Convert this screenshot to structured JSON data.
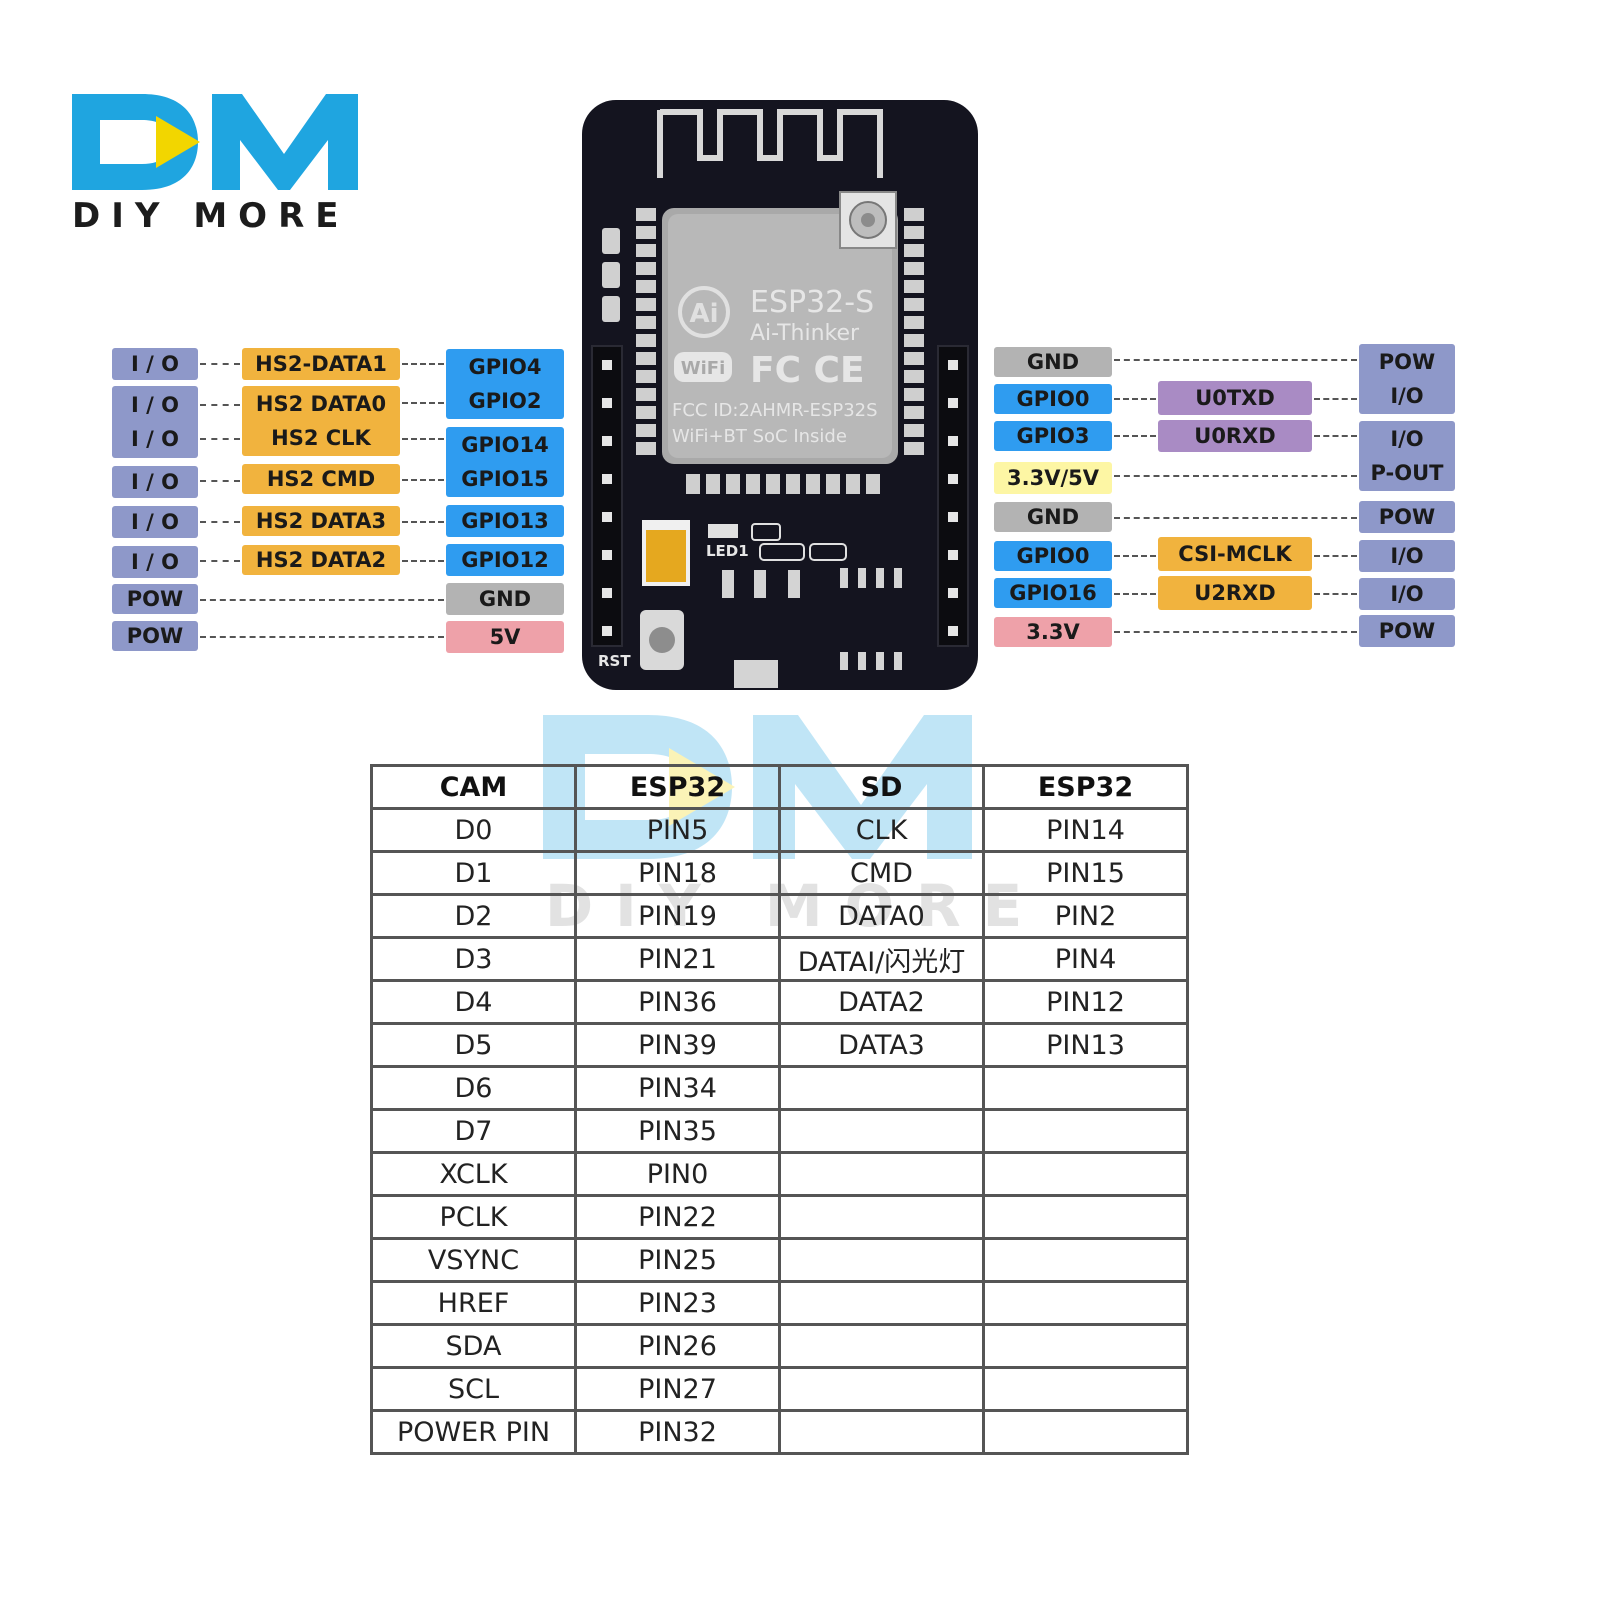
{
  "brand": {
    "logo_letters": "DM",
    "name": "DIY MORE",
    "colors": {
      "primary": "#1fa5e0",
      "accent": "#f2d600",
      "text": "#1c1c1c"
    }
  },
  "left_pins": [
    {
      "type": "I / O",
      "func": "HS2-DATA1",
      "gpio": "GPIO4"
    },
    {
      "type": "I / O",
      "func": "HS2 DATA0",
      "gpio": "GPIO2"
    },
    {
      "type": "I / O",
      "func": "HS2 CLK",
      "gpio": "GPIO14"
    },
    {
      "type": "I / O",
      "func": "HS2 CMD",
      "gpio": "GPIO15"
    },
    {
      "type": "I / O",
      "func": "HS2 DATA3",
      "gpio": "GPIO13"
    },
    {
      "type": "I / O",
      "func": "HS2 DATA2",
      "gpio": "GPIO12"
    },
    {
      "type": "POW",
      "func": "",
      "gpio": "GND"
    },
    {
      "type": "POW",
      "func": "",
      "gpio": "5V"
    }
  ],
  "right_pins": [
    {
      "pin": "GND",
      "func": "",
      "type": "POW"
    },
    {
      "pin": "GPIO0",
      "func": "U0TXD",
      "type": "I/O"
    },
    {
      "pin": "GPIO3",
      "func": "U0RXD",
      "type": "I/O"
    },
    {
      "pin": "3.3V/5V",
      "func": "",
      "type": "P-OUT"
    },
    {
      "pin": "GND",
      "func": "",
      "type": "POW"
    },
    {
      "pin": "GPIO0",
      "func": "CSI-MCLK",
      "type": "I/O"
    },
    {
      "pin": "GPIO16",
      "func": "U2RXD",
      "type": "I/O"
    },
    {
      "pin": "3.3V",
      "func": "",
      "type": "POW"
    }
  ],
  "board": {
    "module_name": "ESP32-S",
    "maker": "Ai-Thinker",
    "wifi_mark": "WiFi",
    "certs": "FC CE",
    "fcc_id": "FCC ID:2AHMR-ESP32S",
    "soc_text": "WiFi+BT SoC Inside",
    "led_label": "LED1",
    "rst_label": "RST",
    "ai_mark": "Ai"
  },
  "table": {
    "headers": [
      "CAM",
      "ESP32",
      "SD",
      "ESP32"
    ],
    "rows": [
      [
        "D0",
        "PIN5",
        "CLK",
        "PIN14"
      ],
      [
        "D1",
        "PIN18",
        "CMD",
        "PIN15"
      ],
      [
        "D2",
        "PIN19",
        "DATA0",
        "PIN2"
      ],
      [
        "D3",
        "PIN21",
        "DATAI/闪光灯",
        "PIN4"
      ],
      [
        "D4",
        "PIN36",
        "DATA2",
        "PIN12"
      ],
      [
        "D5",
        "PIN39",
        "DATA3",
        "PIN13"
      ],
      [
        "D6",
        "PIN34",
        "",
        ""
      ],
      [
        "D7",
        "PIN35",
        "",
        ""
      ],
      [
        "XCLK",
        "PIN0",
        "",
        ""
      ],
      [
        "PCLK",
        "PIN22",
        "",
        ""
      ],
      [
        "VSYNC",
        "PIN25",
        "",
        ""
      ],
      [
        "HREF",
        "PIN23",
        "",
        ""
      ],
      [
        "SDA",
        "PIN26",
        "",
        ""
      ],
      [
        "SCL",
        "PIN27",
        "",
        ""
      ],
      [
        "POWER PIN",
        "PIN32",
        "",
        ""
      ]
    ]
  }
}
